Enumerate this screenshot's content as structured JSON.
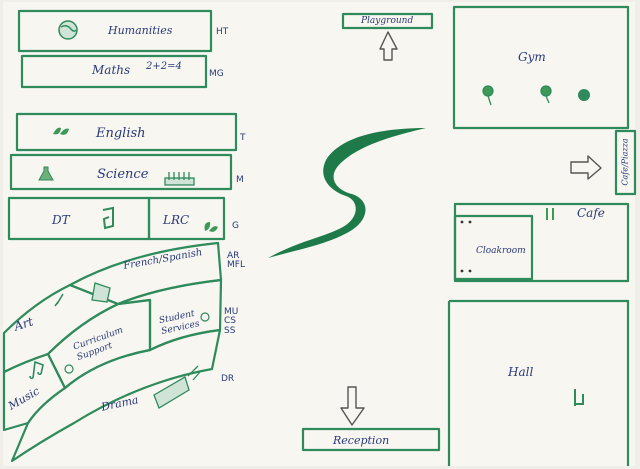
{
  "colors": {
    "paper": "#f7f6f1",
    "background": "#efeee9",
    "ink_green": "#2f8a5c",
    "ink_blue": "#2b3a7a",
    "swirl": "#1f7a4a"
  },
  "rooms": {
    "humanities": "Humanities",
    "maths": "Maths",
    "maths_note": "2+2=4",
    "english": "English",
    "science": "Science",
    "dt": "DT",
    "lrc": "LRC",
    "french_spanish": "French/Spanish",
    "art": "Art",
    "curriculum_support": "Curriculum Support",
    "student_services": "Student Services",
    "music": "Music",
    "drama": "Drama",
    "playground": "Playground",
    "reception": "Reception",
    "gym": "Gym",
    "cafe_piazza": "Cafe/Piazza",
    "cloakroom": "Cloakroom",
    "cafe": "Cafe",
    "hall": "Hall"
  },
  "codes": {
    "humanities": "HT",
    "maths": "MG",
    "english": "T",
    "science": "M",
    "dt_lrc": "G",
    "french_spanish": "AR MFL",
    "curriculum_support": "MU CS SS",
    "drama": "DR"
  },
  "icons": [
    "globe-icon",
    "leaf-icon",
    "flask-icon",
    "test-tubes-icon",
    "tool-icon",
    "plant-icon",
    "brush-icon",
    "flag-icon",
    "smiley-icon",
    "music-note-icon",
    "spotlight-icon",
    "racket-icon",
    "ball-icon",
    "cutlery-icon",
    "chair-icon",
    "swirl-logo",
    "arrow-up-icon",
    "arrow-down-icon",
    "arrow-right-icon"
  ]
}
